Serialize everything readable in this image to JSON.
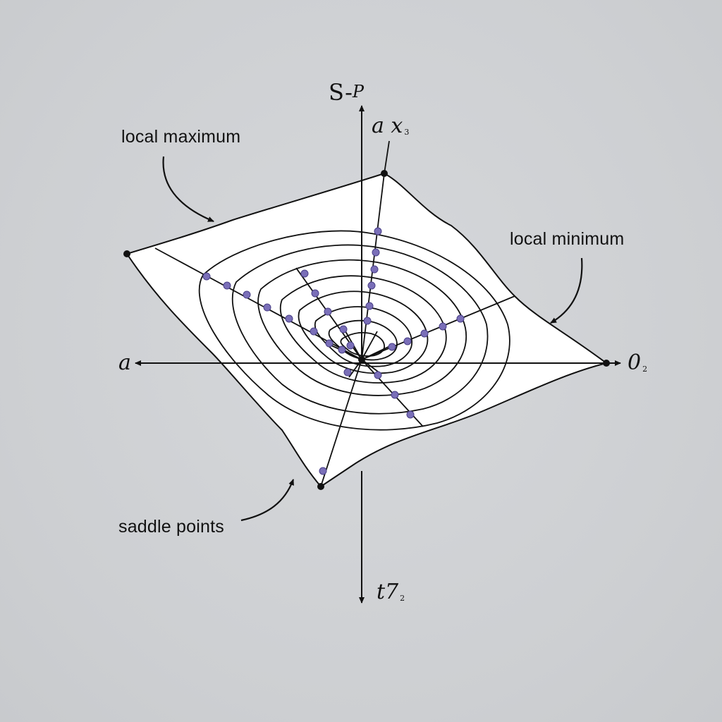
{
  "annotations": {
    "local_maximum": "local maximum",
    "local_minimum": "local minimum",
    "saddle_points": "saddle points"
  },
  "axes": {
    "top": {
      "main": "S-",
      "suffix": "P"
    },
    "upper_tick": {
      "main": "a x",
      "sub": "3"
    },
    "left": {
      "main": "a"
    },
    "right": {
      "main": "0",
      "sub": "2"
    },
    "bottom": {
      "main": "t7",
      "sub": "2"
    }
  },
  "colors": {
    "background": "#cfd1d4",
    "surface": "#ffffff",
    "ink": "#111111",
    "marker": "#6a5fa8"
  }
}
